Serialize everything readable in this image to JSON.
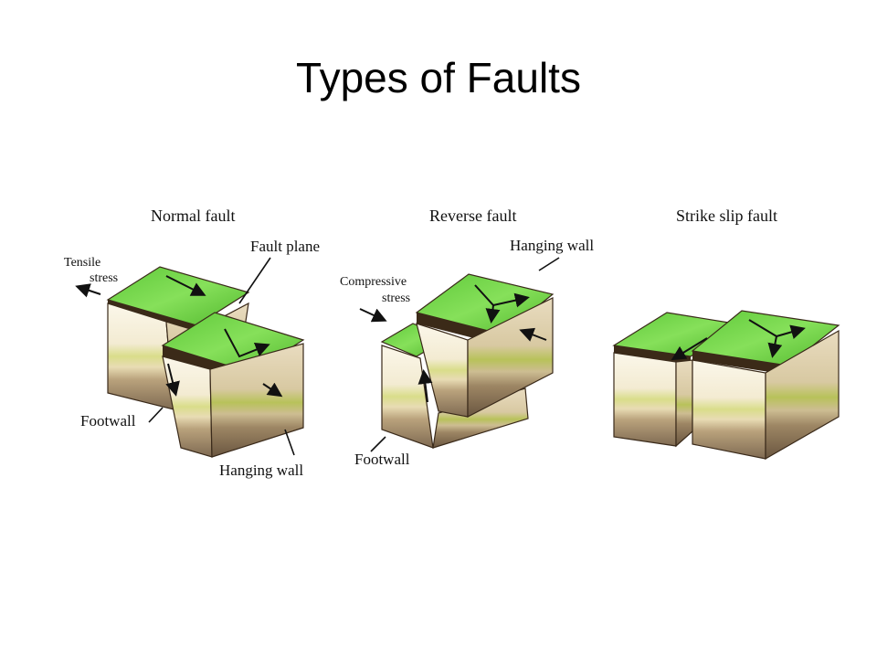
{
  "title": "Types of Faults",
  "diagrams": [
    {
      "heading": "Normal fault",
      "labels": {
        "stress_line1": "Tensile",
        "stress_line2": "stress",
        "fault_plane": "Fault plane",
        "footwall": "Footwall",
        "hanging_wall": "Hanging wall"
      }
    },
    {
      "heading": "Reverse fault",
      "labels": {
        "hanging_wall": "Hanging wall",
        "stress_line1": "Compressive",
        "stress_line2": "stress",
        "footwall": "Footwall"
      }
    },
    {
      "heading": "Strike slip fault",
      "labels": {}
    }
  ],
  "colors": {
    "grass": "#7ed957",
    "grass_dark": "#4caf2e",
    "topsoil": "#3b2a18",
    "cream": "#f7f1df",
    "sand": "#e6d4a8",
    "olive": "#c9d36a",
    "tan": "#b9a27c",
    "brown": "#8a7257"
  }
}
